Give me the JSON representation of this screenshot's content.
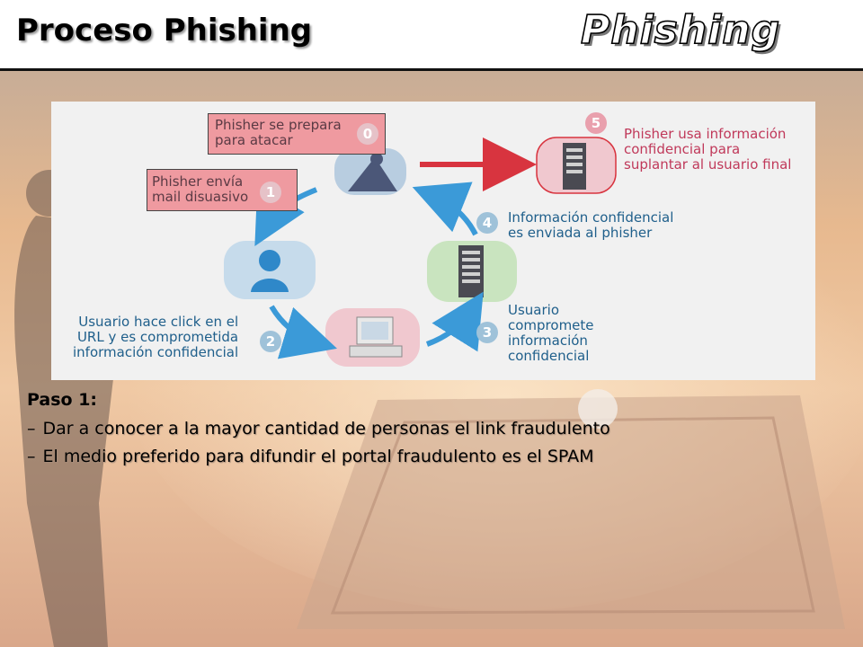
{
  "slide": {
    "title": "Proceso Phishing",
    "logo_text": "Phishing"
  },
  "diagram": {
    "steps": [
      {
        "number": "0",
        "text": "Phisher se prepara\npara atacar",
        "color": "red"
      },
      {
        "number": "1",
        "text": "Phisher envía\nmail disuasivo",
        "color": "red"
      },
      {
        "number": "2",
        "text": "Usuario hace click en el\nURL y es comprometida\ninformación confidencial",
        "color": "blue"
      },
      {
        "number": "3",
        "text": "Usuario\ncompromete\ninformación\nconfidencial",
        "color": "blue"
      },
      {
        "number": "4",
        "text": "Información confidencial\nes enviada al phisher",
        "color": "blue"
      },
      {
        "number": "5",
        "text": "Phisher usa información\nconfidencial para\nsuplantar al usuario final",
        "color": "red"
      }
    ]
  },
  "content": {
    "heading": "Paso 1:",
    "bullets": [
      "Dar a conocer a la mayor cantidad de personas el link fraudulento",
      "El medio preferido para difundir el portal fraudulento es el SPAM"
    ],
    "bullet_marker": "–"
  },
  "colors": {
    "diagram_blue": "#1f5f8b",
    "diagram_red": "#c0395a",
    "highlight_box": "#ef9aa0",
    "arrow_blue": "#3b9ad8",
    "arrow_red": "#d8343f"
  }
}
